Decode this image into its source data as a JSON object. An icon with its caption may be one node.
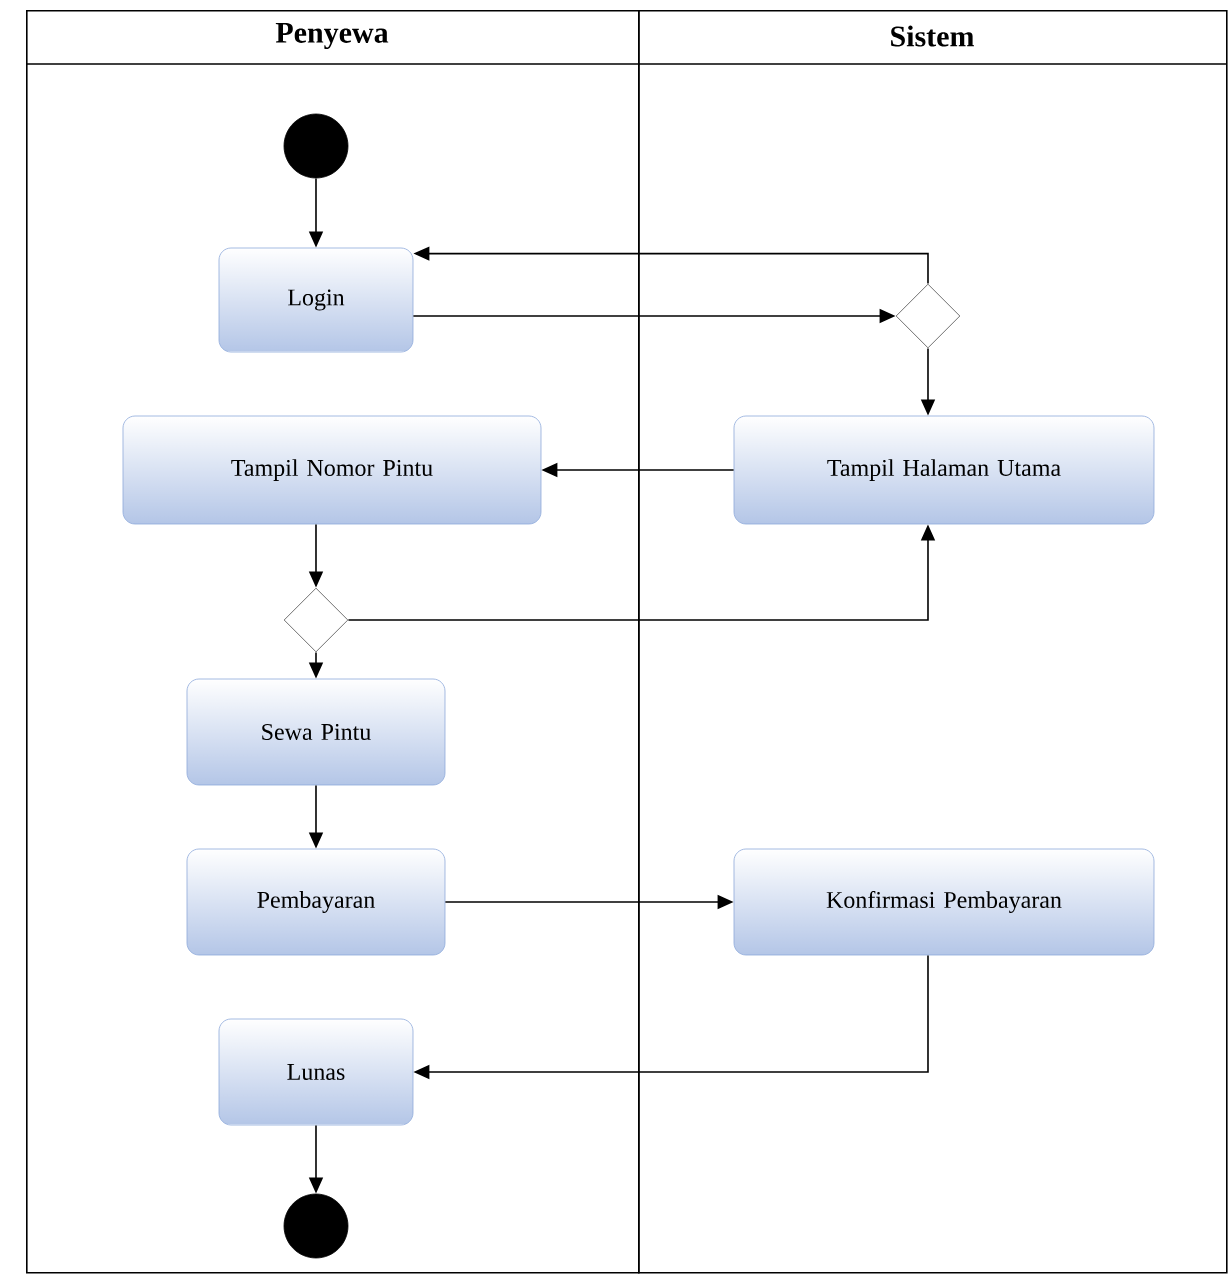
{
  "diagram": {
    "nodes": [
      {
        "text": [
          "Penyewa"
        ]
      },
      {
        "text": [
          "Sistem"
        ]
      },
      {
        "text": [],
        "shape": "circle",
        "in": 0
      },
      {
        "text": [
          "Login"
        ],
        "in": 0
      },
      {
        "text": [],
        "shape": "diamond",
        "in": 1
      },
      {
        "text": [
          "Tampil Halaman Utama"
        ],
        "in": 1
      },
      {
        "text": [
          "Tampil Nomor Pintu"
        ],
        "in": 0
      },
      {
        "text": [],
        "shape": "diamond",
        "in": 0
      },
      {
        "text": [
          "Sewa Pintu"
        ],
        "in": 0
      },
      {
        "text": [
          "Pembayaran"
        ],
        "in": 0
      },
      {
        "text": [
          "Konfirmasi Pembayaran"
        ],
        "in": 1
      },
      {
        "text": [
          "Lunas"
        ],
        "in": 0
      },
      {
        "text": [],
        "shape": "circle",
        "in": 0
      }
    ],
    "edges": [
      {
        "from": 2,
        "to": 3,
        "arrow": "to"
      },
      {
        "from": 3,
        "to": 4,
        "arrow": "to"
      },
      {
        "from": 4,
        "to": 3,
        "arrow": "to"
      },
      {
        "from": 4,
        "to": 5,
        "arrow": "to"
      },
      {
        "from": 5,
        "to": 6,
        "arrow": "to"
      },
      {
        "from": 6,
        "to": 7,
        "arrow": "to"
      },
      {
        "from": 7,
        "to": 8,
        "arrow": "to"
      },
      {
        "from": 7,
        "to": 5,
        "arrow": "to"
      },
      {
        "from": 8,
        "to": 9,
        "arrow": "to"
      },
      {
        "from": 9,
        "to": 10,
        "arrow": "to"
      },
      {
        "from": 10,
        "to": 11,
        "arrow": "to"
      },
      {
        "from": 11,
        "to": 12,
        "arrow": "to"
      }
    ]
  }
}
